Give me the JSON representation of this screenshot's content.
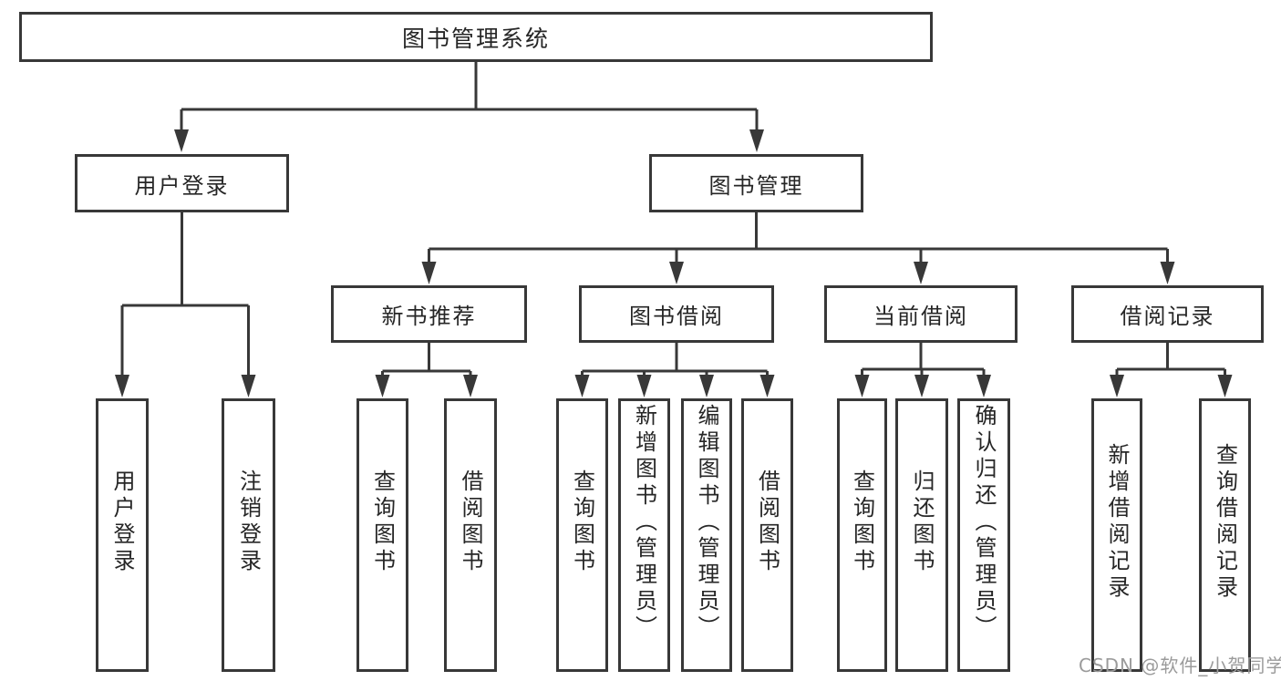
{
  "diagram_type": "hierarchy-tree",
  "colors": {
    "line": "#383838",
    "box_border": "#383838",
    "box_background": "#ffffff",
    "text": "#262626",
    "watermark": "#9b9b9b"
  },
  "tree": {
    "label": "图书管理系统",
    "children": [
      {
        "label": "用户登录",
        "children": [
          {
            "label": "用户登录"
          },
          {
            "label": "注销登录"
          }
        ]
      },
      {
        "label": "图书管理",
        "children": [
          {
            "label": "新书推荐",
            "children": [
              {
                "label": "查询图书"
              },
              {
                "label": "借阅图书"
              }
            ]
          },
          {
            "label": "图书借阅",
            "children": [
              {
                "label": "查询图书"
              },
              {
                "label": "新增图书（管理员）"
              },
              {
                "label": "编辑图书（管理员）"
              },
              {
                "label": "借阅图书"
              }
            ]
          },
          {
            "label": "当前借阅",
            "children": [
              {
                "label": "查询图书"
              },
              {
                "label": "归还图书"
              },
              {
                "label": "确认归还（管理员）"
              }
            ]
          },
          {
            "label": "借阅记录",
            "children": [
              {
                "label": "新增借阅记录"
              },
              {
                "label": "查询借阅记录"
              }
            ]
          }
        ]
      }
    ]
  },
  "watermark": {
    "text": "CSDN @软件_小贺同学"
  }
}
